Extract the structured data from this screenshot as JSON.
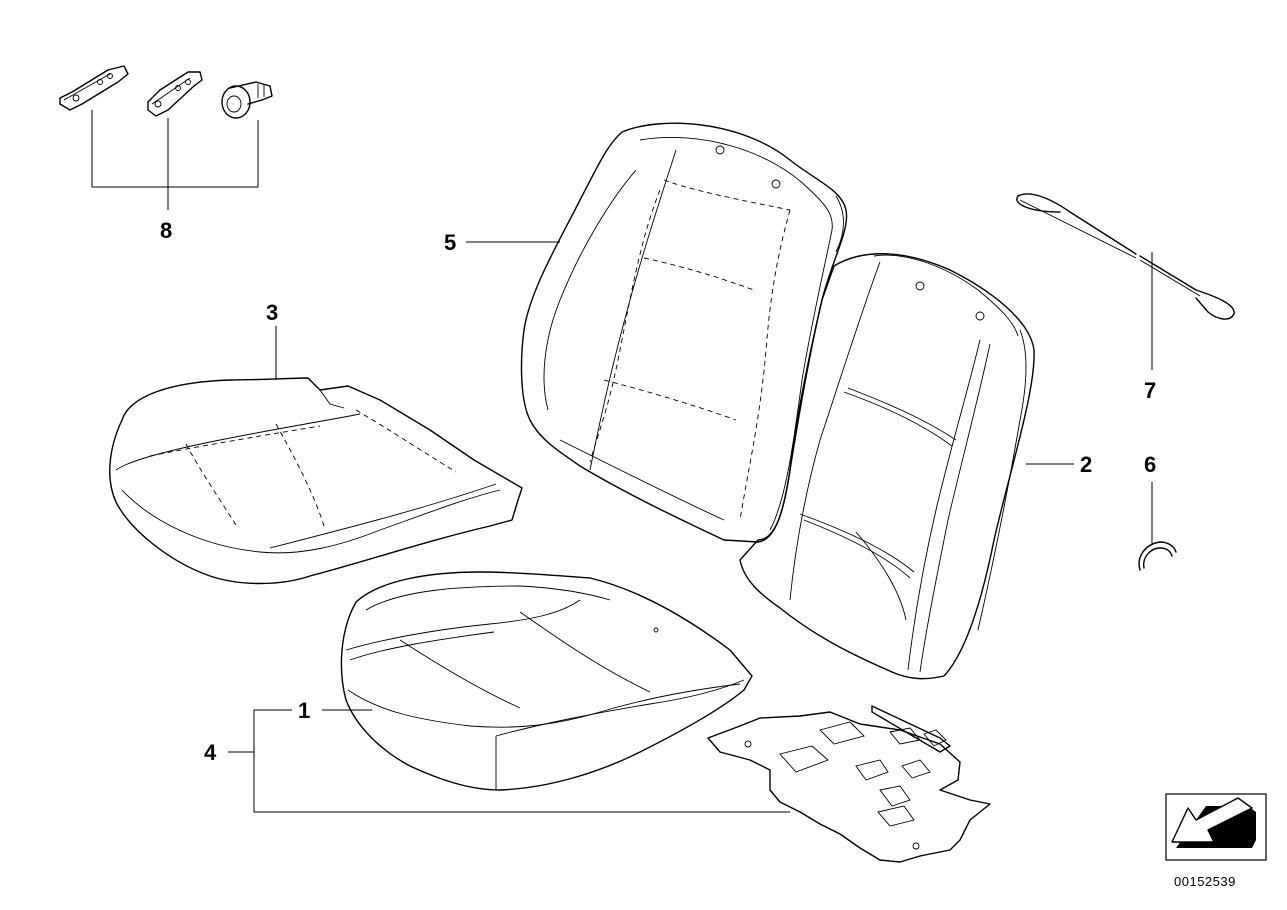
{
  "callouts": [
    {
      "id": "1",
      "label": "1"
    },
    {
      "id": "2",
      "label": "2"
    },
    {
      "id": "3",
      "label": "3"
    },
    {
      "id": "4",
      "label": "4"
    },
    {
      "id": "5",
      "label": "5"
    },
    {
      "id": "6",
      "label": "6"
    },
    {
      "id": "7",
      "label": "7"
    },
    {
      "id": "8",
      "label": "8"
    }
  ],
  "document_number": "00152539",
  "parts": [
    "seat-cushion-pad",
    "seat-cushion-cover",
    "backrest-cover",
    "backrest-pad",
    "seat-heating-element",
    "clip",
    "wire",
    "brackets-and-screw"
  ]
}
